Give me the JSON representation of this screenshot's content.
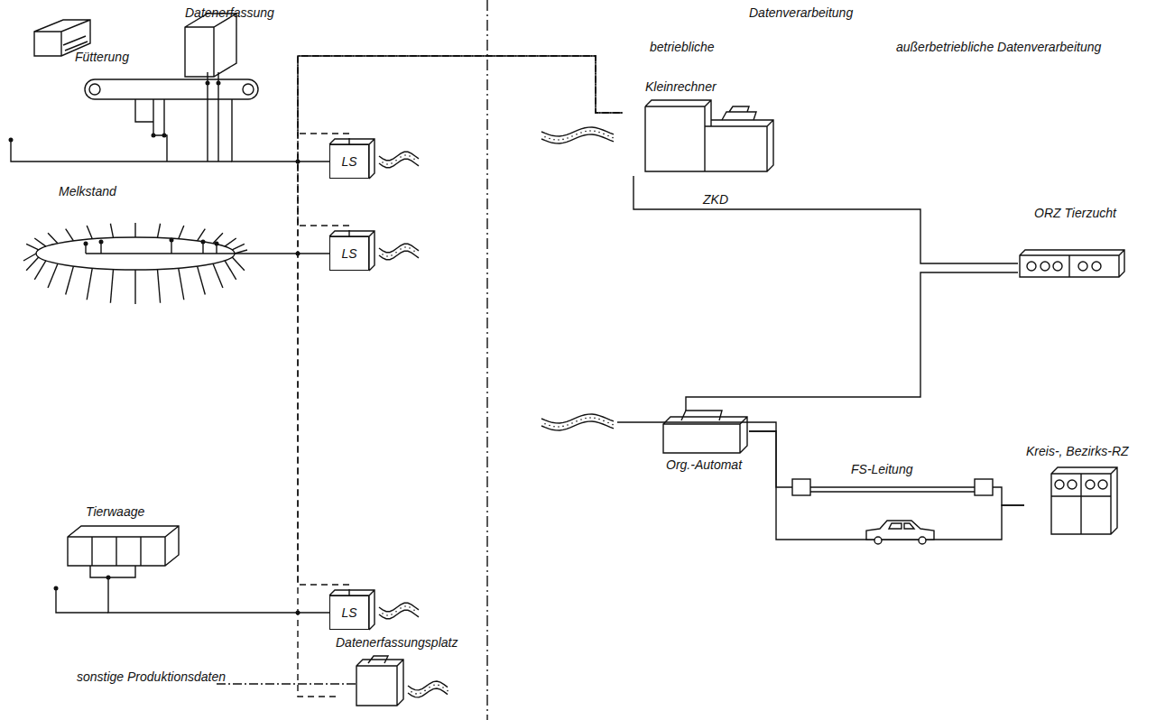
{
  "diagram": {
    "nodes": [
      {
        "text": [
          "Fütterung"
        ]
      },
      {
        "text": [
          "LS"
        ]
      },
      {
        "text": [
          "Melkstand"
        ]
      },
      {
        "text": [
          "LS"
        ]
      },
      {
        "text": [
          "Tierwaage"
        ]
      },
      {
        "text": [
          "LS"
        ]
      },
      {
        "text": [
          "Datenerfassungsplatz"
        ]
      },
      {
        "text": [
          "Kleinrechner"
        ]
      },
      {
        "text": [
          "ORZ Tierzucht"
        ]
      },
      {
        "text": [
          "Org.-Automat"
        ]
      },
      {
        "text": [
          "Kreis-, Bezirks-RZ"
        ]
      }
    ],
    "edges": [
      {
        "from": 0,
        "to": 1,
        "arrow": "none"
      },
      {
        "from": 2,
        "to": 3,
        "arrow": "none"
      },
      {
        "from": 4,
        "to": 5,
        "arrow": "none"
      },
      {
        "from": 1,
        "to": 7,
        "arrow": "none"
      },
      {
        "from": 3,
        "to": 7,
        "arrow": "none"
      },
      {
        "from": 5,
        "to": 7,
        "arrow": "none"
      },
      {
        "from": 6,
        "to": 7,
        "arrow": "none"
      },
      {
        "from": 7,
        "to": 8,
        "label": "ZKD",
        "arrow": "none"
      },
      {
        "from": 8,
        "to": 9,
        "arrow": "none"
      },
      {
        "from": 9,
        "to": 10,
        "label": "FS-Leitung",
        "arrow": "none"
      },
      {
        "from": 9,
        "to": 10,
        "arrow": "none"
      }
    ],
    "labels": [
      "Datenerfassung",
      "Datenverarbeitung",
      "betriebliche",
      "außerbetriebliche Datenverarbeitung",
      "sonstige Produktionsdaten"
    ]
  }
}
